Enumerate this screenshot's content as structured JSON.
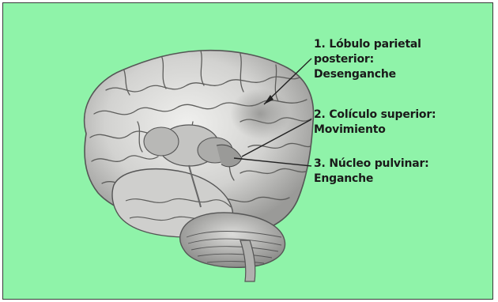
{
  "labels": [
    {
      "number": "1.",
      "line1": "Lóbulo parietal",
      "line2": "posterior:",
      "line3": "Desenganche"
    },
    {
      "number": "2.",
      "line1": "Colículo superior:",
      "line2": "Movimiento"
    },
    {
      "number": "3.",
      "line1": "Núcleo pulvinar:",
      "line2": "Enganche"
    }
  ],
  "colors": {
    "background": "#8ff3a9",
    "border": "#3a3a3a",
    "text": "#1a1a1a"
  }
}
